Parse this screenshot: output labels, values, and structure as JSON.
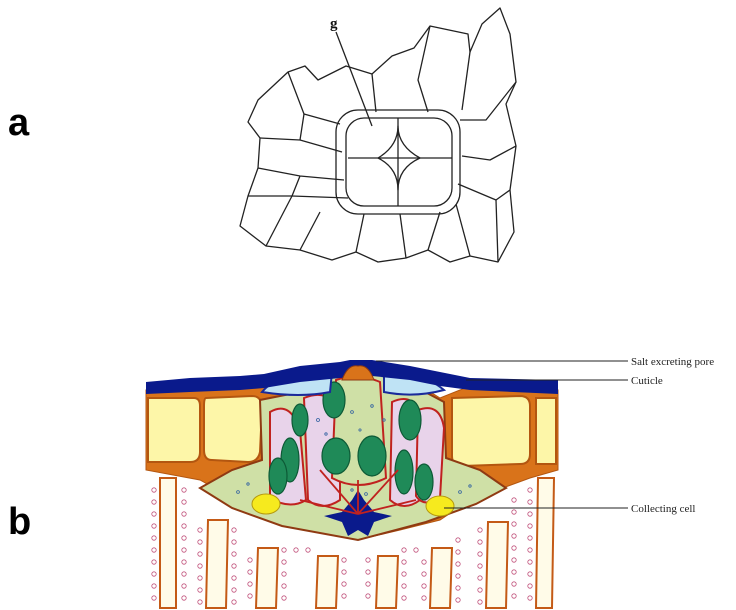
{
  "panels": [
    {
      "letter": "a",
      "label": "g"
    },
    {
      "letter": "b"
    }
  ],
  "callouts": {
    "pore": "Salt excreting pore",
    "cuticle": "Cuticle",
    "collecting": "Collecting cell"
  },
  "colors": {
    "cuticle": "#0a1a8c",
    "wall": "#d9731a",
    "epidermal_cell": "#fdf6a8",
    "gland_matrix": "#cfe0a6",
    "nucleus": "#1f8a58",
    "collecting_cell": "#f6ea1e",
    "vacuole": "#bfe3f5",
    "pink_cytoplasm": "#e8d3ea"
  }
}
